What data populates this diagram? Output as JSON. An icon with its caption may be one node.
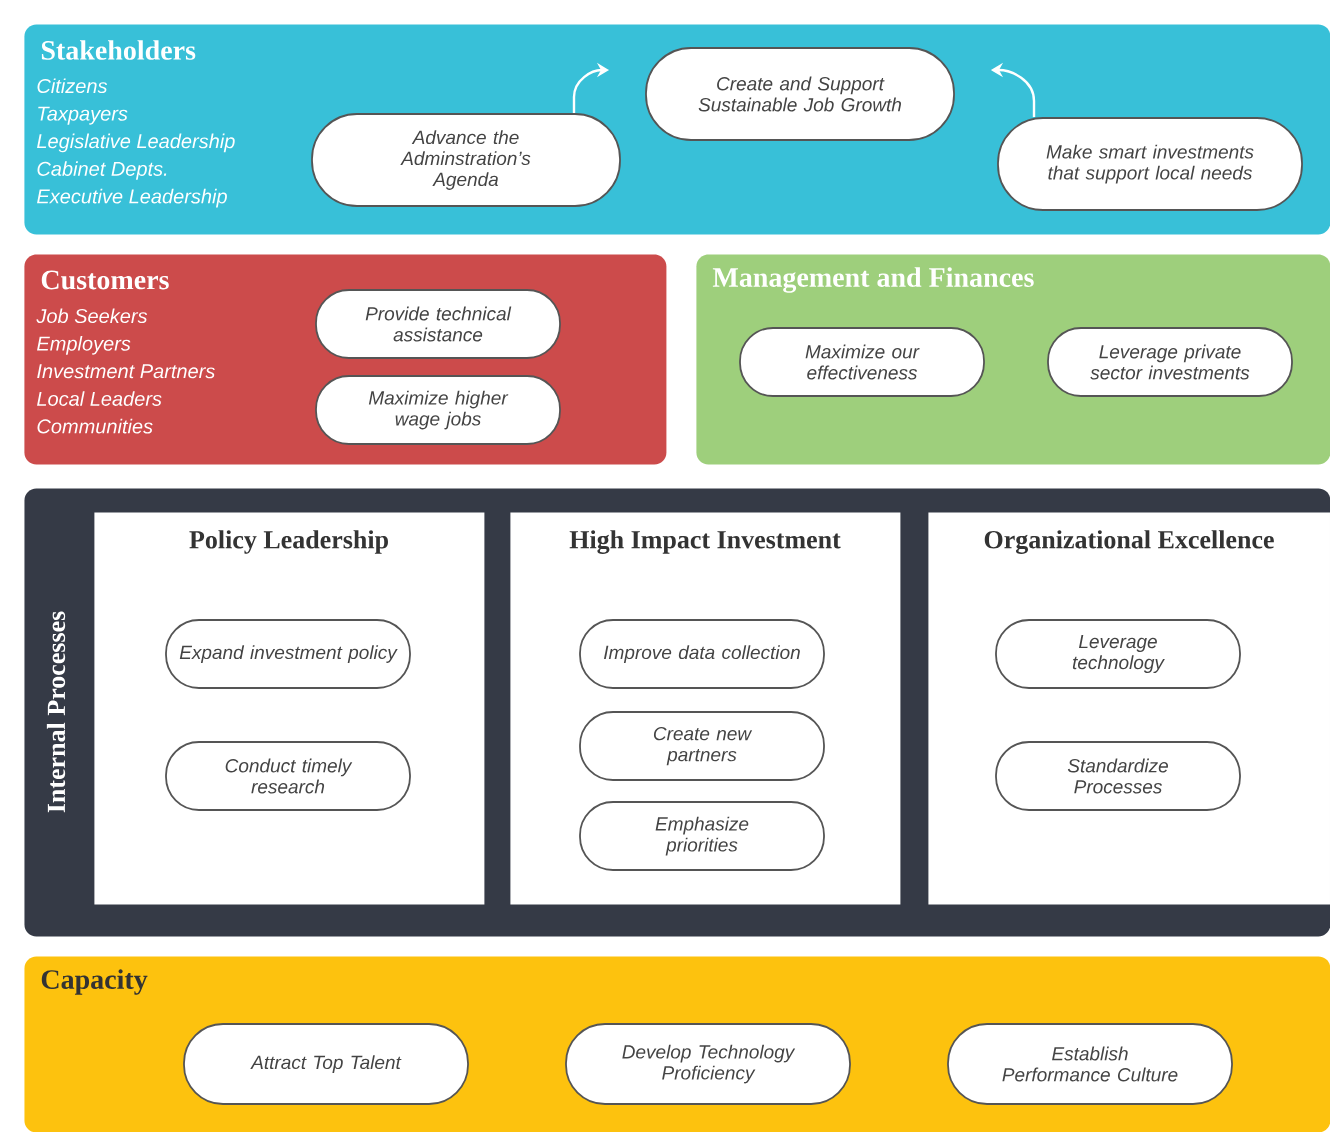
{
  "diagram": {
    "nodes": [
      {
        "text": [
          "Stakeholders",
          "Citizens",
          "Taxpayers",
          "Legislative Leadership",
          "Cabinet Depts.",
          "Executive Leadership"
        ]
      },
      {
        "text": [
          "Advance the Adminstration’s Agenda"
        ],
        "in": 0
      },
      {
        "text": [
          "Create and Support Sustainable Job Growth"
        ],
        "in": 0
      },
      {
        "text": [
          "Make smart investments that support local needs"
        ],
        "in": 0
      },
      {
        "text": [
          "Customers",
          "Job Seekers",
          "Employers",
          "Investment Partners",
          "Local Leaders",
          "Communities"
        ]
      },
      {
        "text": [
          "Provide technical assistance"
        ],
        "in": 4
      },
      {
        "text": [
          "Maximize higher wage jobs"
        ],
        "in": 4
      },
      {
        "text": [
          "Management and Finances"
        ]
      },
      {
        "text": [
          "Maximize our effectiveness"
        ],
        "in": 7
      },
      {
        "text": [
          "Leverage private sector investments"
        ],
        "in": 7
      },
      {
        "text": [
          "Internal Processes"
        ]
      },
      {
        "text": [
          "Policy Leadership"
        ],
        "in": 10
      },
      {
        "text": [
          "Expand investment policy"
        ],
        "in": 11
      },
      {
        "text": [
          "Conduct timely research"
        ],
        "in": 11
      },
      {
        "text": [
          "High Impact Investment"
        ],
        "in": 10
      },
      {
        "text": [
          "Improve data collection"
        ],
        "in": 14
      },
      {
        "text": [
          "Create new partners"
        ],
        "in": 14
      },
      {
        "text": [
          "Emphasize priorities"
        ],
        "in": 14
      },
      {
        "text": [
          "Organizational Excellence"
        ],
        "in": 10
      },
      {
        "text": [
          "Leverage technology"
        ],
        "in": 18
      },
      {
        "text": [
          "Standardize Processes"
        ],
        "in": 18
      },
      {
        "text": [
          "Capacity"
        ]
      },
      {
        "text": [
          "Attract Top Talent"
        ],
        "in": 21
      },
      {
        "text": [
          "Develop Technology Proficiency"
        ],
        "in": 21
      },
      {
        "text": [
          "Establish Performance Culture"
        ],
        "in": 21
      }
    ],
    "edges": [
      {
        "from": 1,
        "to": 2,
        "arrow": "to"
      },
      {
        "from": 3,
        "to": 2,
        "arrow": "to"
      }
    ]
  }
}
